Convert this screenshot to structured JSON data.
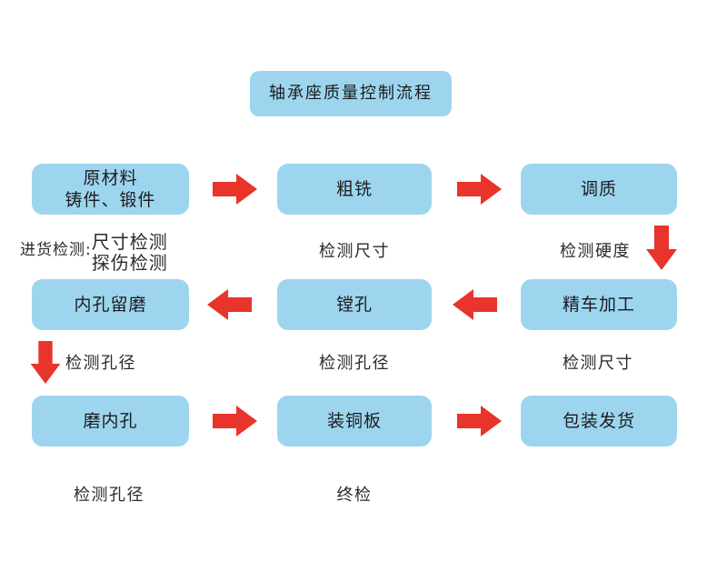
{
  "diagram": {
    "title_box": {
      "label": "轴承座质量控制流程"
    },
    "accent_colors": {
      "box_fill": "#9dd5ef",
      "arrow_red": "#e8342a",
      "text": "#1c1c1c",
      "background": "#ffffff"
    },
    "nodes": [
      {
        "id": "raw-material",
        "label": "原材料\n铸件、锻件"
      },
      {
        "id": "rough-milling",
        "label": "粗铣"
      },
      {
        "id": "quench-temper",
        "label": "调质"
      },
      {
        "id": "inner-hole-reserve",
        "label": "内孔留磨"
      },
      {
        "id": "boring",
        "label": "镗孔"
      },
      {
        "id": "fine-turning",
        "label": "精车加工"
      },
      {
        "id": "grind-inner-hole",
        "label": "磨内孔"
      },
      {
        "id": "mount-copper-plate",
        "label": "装铜板"
      },
      {
        "id": "packing-shipping",
        "label": "包装发货"
      }
    ],
    "captions": {
      "incoming_lead": "进货检测:",
      "incoming_items": "尺寸检测\n探伤检测",
      "rough_milling": "检测尺寸",
      "quench_temper": "检测硬度",
      "inner_hole_reserve": "检测孔径",
      "boring": "检测孔径",
      "fine_turning": "检测尺寸",
      "grind_inner_hole": "检测孔径",
      "mount_copper_plate": "终检"
    },
    "arrows": [
      {
        "id": "raw-to-rough",
        "direction": "right"
      },
      {
        "id": "rough-to-quench",
        "direction": "right"
      },
      {
        "id": "quench-to-fine",
        "direction": "down"
      },
      {
        "id": "fine-to-boring",
        "direction": "left"
      },
      {
        "id": "boring-to-reserve",
        "direction": "left"
      },
      {
        "id": "reserve-to-grind",
        "direction": "down"
      },
      {
        "id": "grind-to-copper",
        "direction": "right"
      },
      {
        "id": "copper-to-packing",
        "direction": "right"
      }
    ]
  }
}
